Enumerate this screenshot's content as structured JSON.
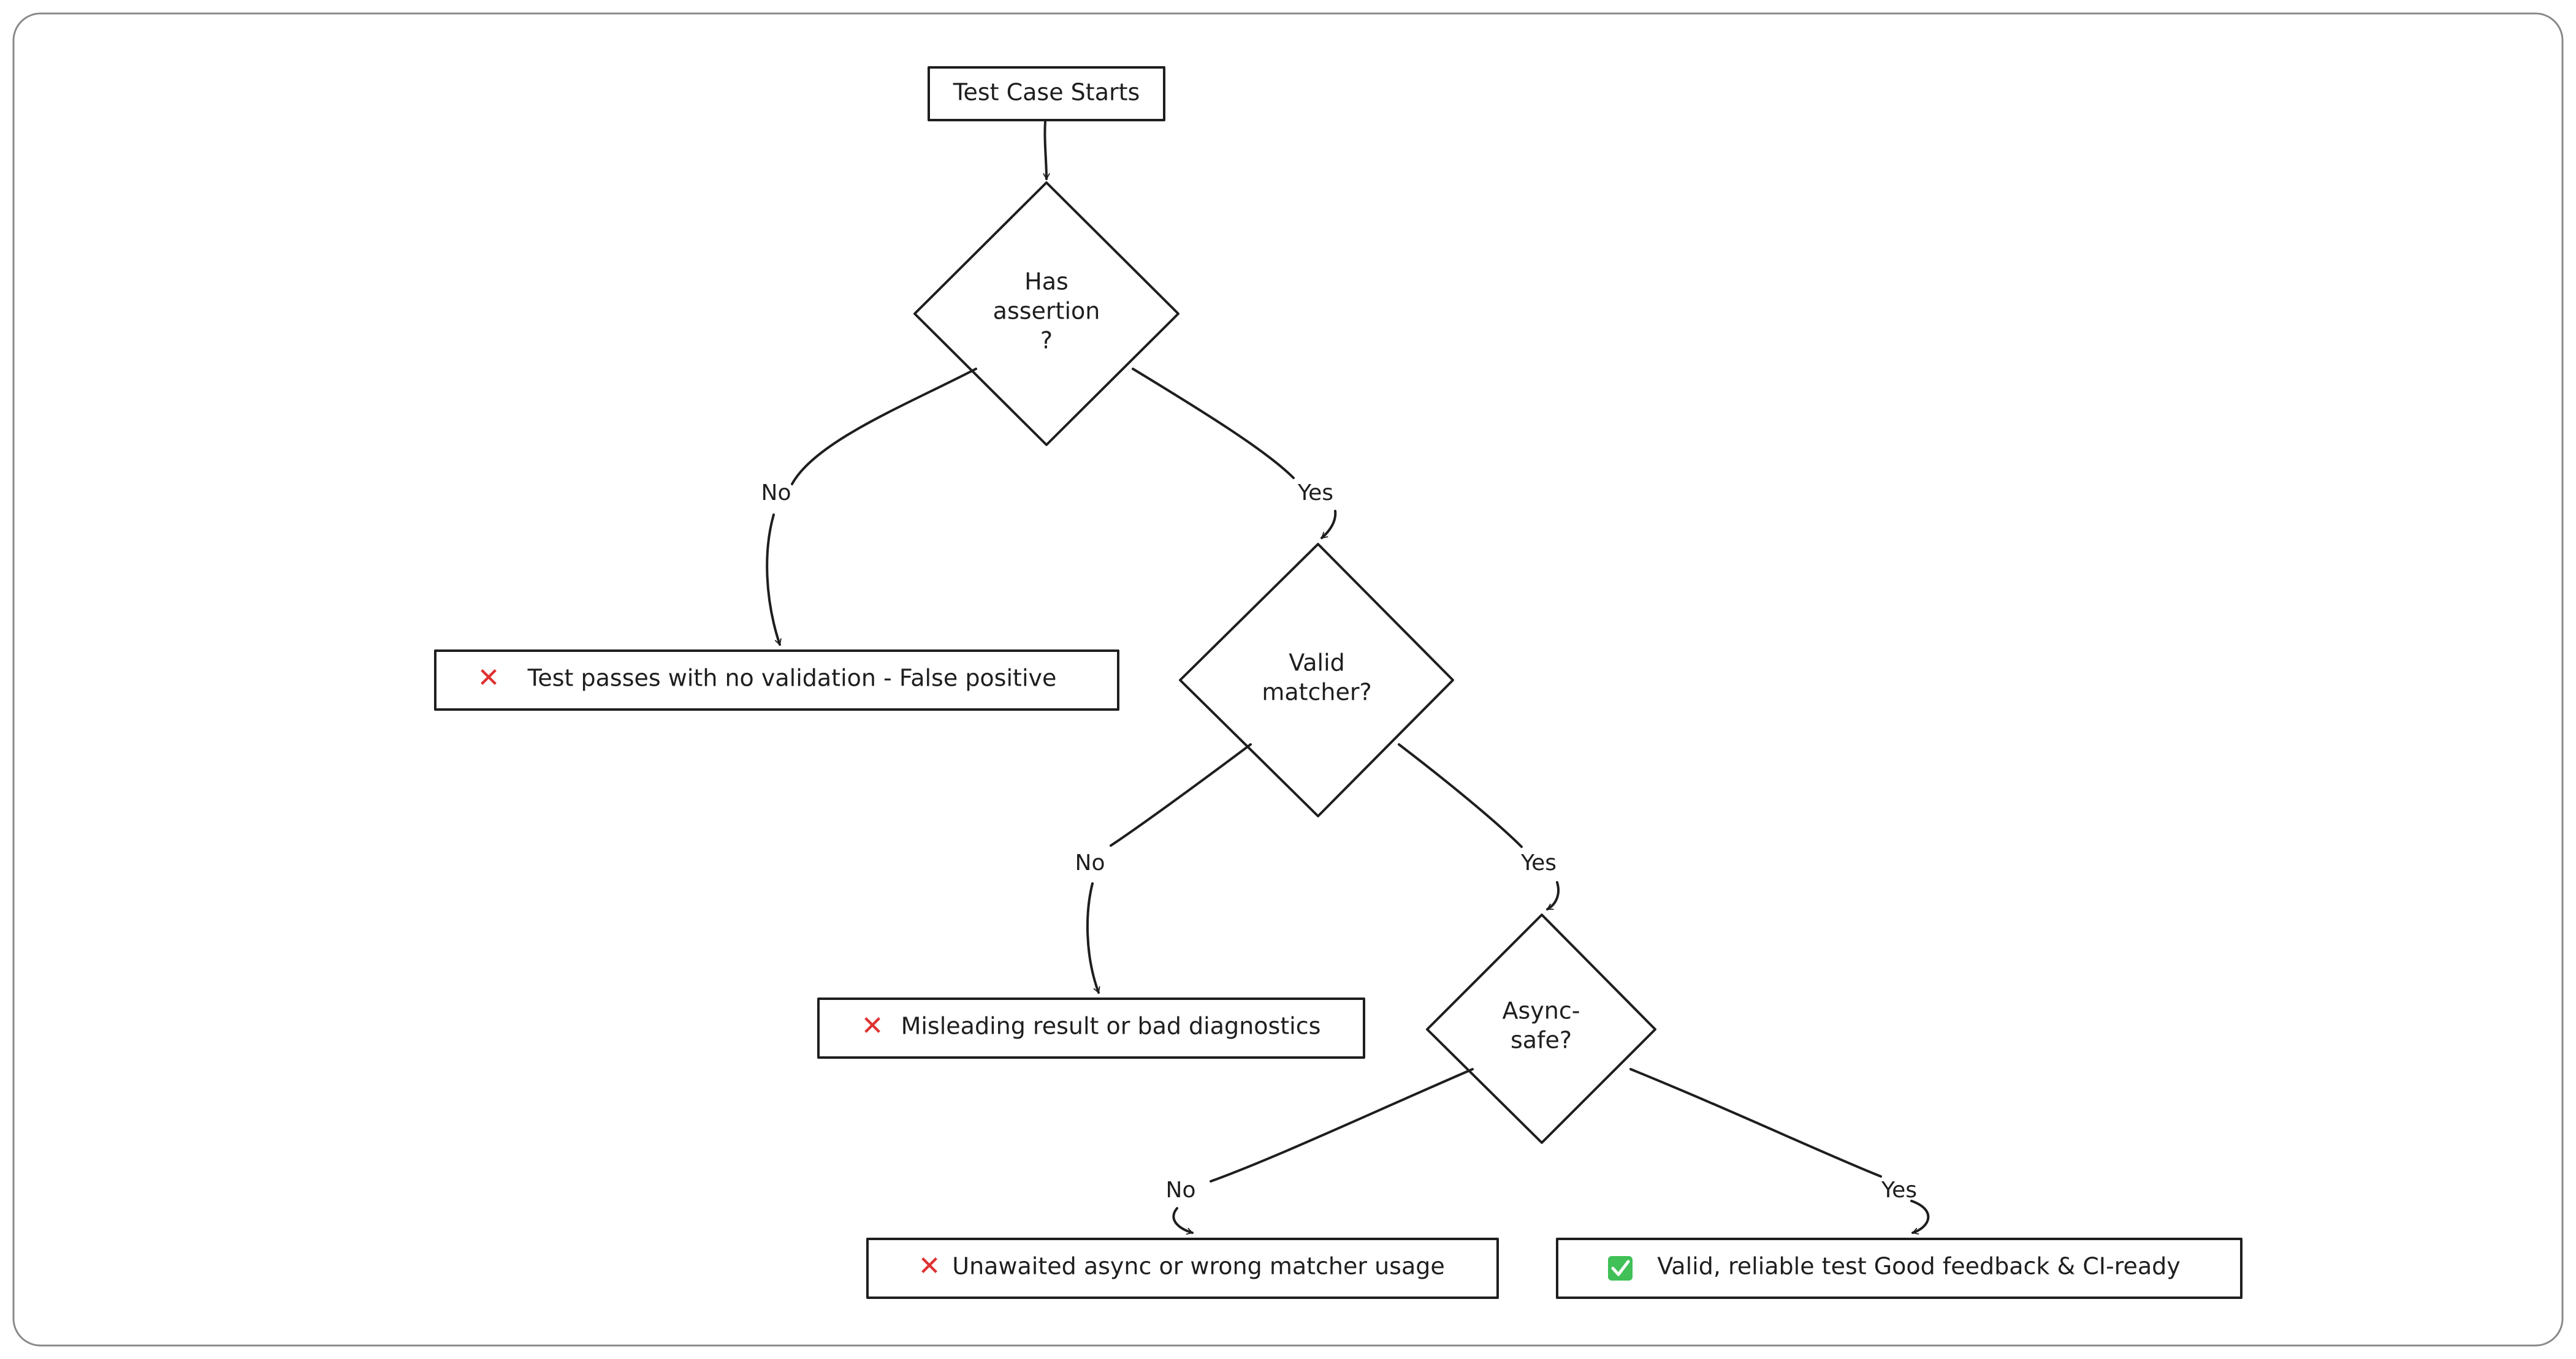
{
  "diagram": {
    "start": {
      "label": "Test Case Starts"
    },
    "decisions": [
      {
        "id": "d1",
        "lines": [
          "Has",
          "assertion",
          "?"
        ]
      },
      {
        "id": "d2",
        "lines": [
          "Valid",
          "matcher?"
        ]
      },
      {
        "id": "d3",
        "lines": [
          "Async-",
          "safe?"
        ]
      }
    ],
    "outcomes": [
      {
        "id": "o1",
        "icon": "cross-mark-icon",
        "text": "Test passes with no validation - False positive"
      },
      {
        "id": "o2",
        "icon": "cross-mark-icon",
        "text": "Misleading result or bad diagnostics"
      },
      {
        "id": "o3",
        "icon": "cross-mark-icon",
        "text": "Unawaited async or wrong matcher usage"
      },
      {
        "id": "o4",
        "icon": "check-mark-icon",
        "text": "Valid, reliable test Good feedback & CI-ready"
      }
    ],
    "edges": [
      {
        "id": "e1",
        "label": "No"
      },
      {
        "id": "e2",
        "label": "Yes"
      },
      {
        "id": "e3",
        "label": "No"
      },
      {
        "id": "e4",
        "label": "Yes"
      },
      {
        "id": "e5",
        "label": "No"
      },
      {
        "id": "e6",
        "label": "Yes"
      }
    ],
    "colors": {
      "stroke": "#1e1e1e",
      "fail": "#e03131",
      "success": "#40c057"
    }
  }
}
